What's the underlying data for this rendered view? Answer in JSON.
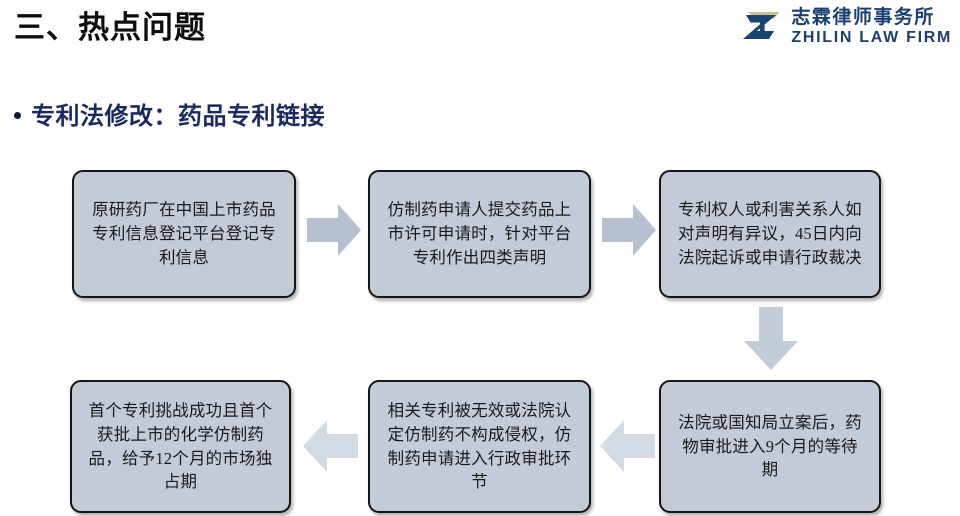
{
  "header": {
    "slide_title": "三、热点问题",
    "logo": {
      "mark_icon": "zhilin-z-monogram-icon",
      "name_cn": "志霖律师事务所",
      "name_en": "ZHILIN LAW FIRM",
      "mark_color_blue": "#1b4372",
      "mark_color_gold": "#c9bd93",
      "text_color": "#1b3f73"
    }
  },
  "bullet": {
    "marker_icon": "bullet-dot-icon",
    "text": "专利法修改：药品专利链接",
    "color": "#1b2a5e"
  },
  "flow": {
    "box_fill": "#c4cbd8",
    "box_border": "#151515",
    "arrow_fill_top": "#b6c0d0",
    "arrow_fill_bottom": "#d4dae4",
    "boxes": [
      {
        "id": "box-1",
        "text": "原研药厂在中国上市药品专利信息登记平台登记专利信息"
      },
      {
        "id": "box-2",
        "text": "仿制药申请人提交药品上市许可申请时，针对平台专利作出四类声明"
      },
      {
        "id": "box-3",
        "text": "专利权人或利害关系人如对声明有异议，45日内向法院起诉或申请行政裁决"
      },
      {
        "id": "box-4",
        "text": "法院或国知局立案后，药物审批进入9个月的等待期"
      },
      {
        "id": "box-5",
        "text": "相关专利被无效或法院认定仿制药不构成侵权，仿制药申请进入行政审批环节"
      },
      {
        "id": "box-6",
        "text": "首个专利挑战成功且首个获批上市的化学仿制药品，给予12个月的市场独占期"
      }
    ],
    "arrows": [
      {
        "id": "arrow-1",
        "direction": "right",
        "icon": "arrow-right-icon"
      },
      {
        "id": "arrow-2",
        "direction": "right",
        "icon": "arrow-right-icon"
      },
      {
        "id": "arrow-3",
        "direction": "down",
        "icon": "arrow-down-icon"
      },
      {
        "id": "arrow-4",
        "direction": "left",
        "icon": "arrow-left-icon"
      },
      {
        "id": "arrow-5",
        "direction": "left",
        "icon": "arrow-left-icon"
      }
    ]
  }
}
